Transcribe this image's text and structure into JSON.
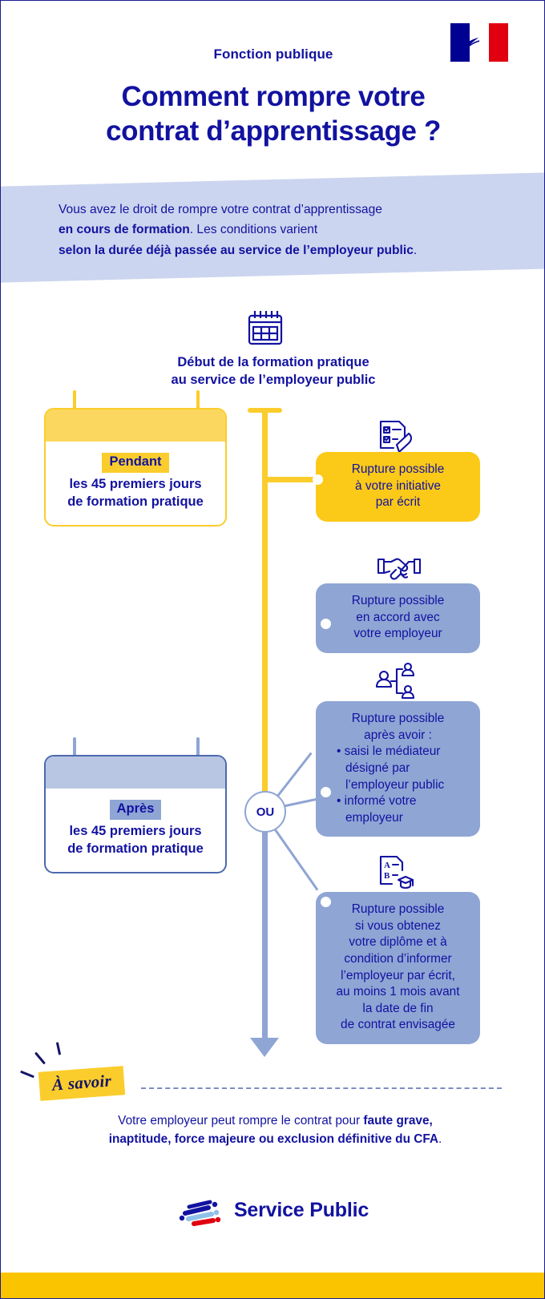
{
  "header": {
    "kicker": "Fonction publique",
    "title_line1": "Comment rompre votre",
    "title_line2": "contrat d’apprentissage ?",
    "flag_icon": "marianne-flag-icon"
  },
  "intro": {
    "line1_plain": "Vous avez le droit de rompre votre contrat d’apprentissage",
    "line2_bold": "en cours de formation",
    "line2_plain": ". Les conditions varient",
    "line3_bold": "selon la durée déjà passée au service de l’employeur public",
    "line3_end": "."
  },
  "timeline": {
    "start_icon": "calendar-icon",
    "heading_line1": "Début de la formation pratique",
    "heading_line2": "au service de l’employeur public",
    "junction_label": "OU"
  },
  "period_cards": [
    {
      "id": "pendant",
      "chip": "Pendant",
      "line1": "les 45 premiers jours",
      "line2": "de formation pratique",
      "accent": "#fbcd2c",
      "icon": "calendar-card-icon"
    },
    {
      "id": "apres",
      "chip": "Après",
      "line1": "les 45 premiers jours",
      "line2": "de formation pratique",
      "accent": "#8fa5d4",
      "icon": "calendar-card-icon"
    }
  ],
  "outcomes": [
    {
      "id": "initiative",
      "icon": "checklist-pen-icon",
      "color": "#fbc918",
      "lines": [
        "Rupture possible",
        "à votre initiative",
        "par écrit"
      ]
    },
    {
      "id": "accord",
      "icon": "handshake-icon",
      "color": "#8fa5d4",
      "lines": [
        "Rupture possible",
        "en accord avec",
        "votre employeur"
      ]
    },
    {
      "id": "mediateur",
      "icon": "mediator-people-icon",
      "color": "#8fa5d4",
      "lines": [
        "Rupture possible",
        "après avoir :"
      ],
      "bullets": [
        "saisi le médiateur désigné par l’employeur public",
        "informé votre employeur"
      ]
    },
    {
      "id": "diplome",
      "icon": "diploma-icon",
      "color": "#8fa5d4",
      "lines": [
        "Rupture possible",
        "si vous obtenez",
        "votre diplôme et à",
        "condition d’informer",
        "l’employeur par écrit,",
        "au moins 1 mois avant",
        "la date de fin",
        "de contrat envisagée"
      ]
    }
  ],
  "note": {
    "badge": "À savoir",
    "text_plain1": "Votre employeur peut rompre le contrat pour ",
    "text_bold1": "faute grave,",
    "text_bold2": "inaptitude, force majeure ou exclusion définitive du CFA",
    "text_end": "."
  },
  "footer": {
    "logo_text": "Service Public",
    "logo_icon": "service-public-logo-icon"
  },
  "colors": {
    "brand_blue": "#1212a0",
    "yellow": "#fbcd2c",
    "soft_blue": "#8fa5d4",
    "band_blue": "#ccd5ef",
    "strip_yellow": "#fbc400"
  }
}
